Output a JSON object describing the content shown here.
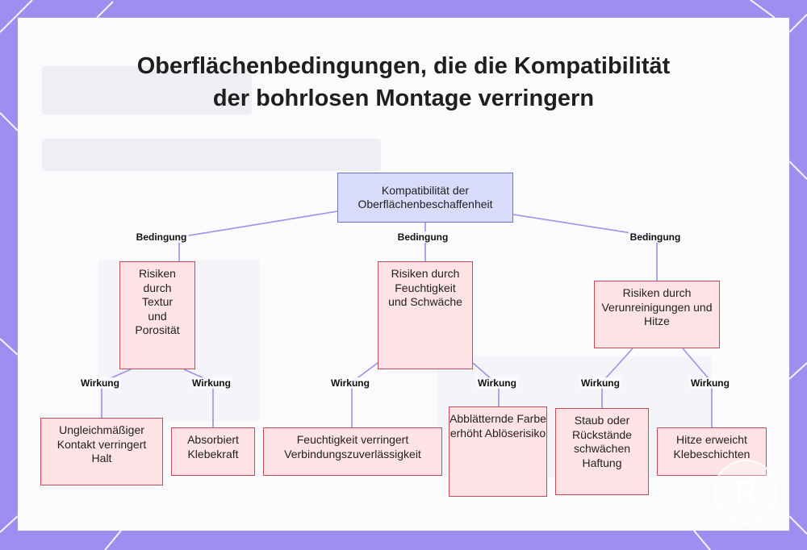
{
  "title": "Oberflächenbedingungen, die die Kompatibilität der bohrlosen Montage verringern",
  "colors": {
    "frame": "#9d8ff0",
    "root_fill": "#d8dbfa",
    "root_border": "#6b73d6",
    "node_fill": "#fde3e5",
    "node_border": "#c94a57",
    "edge": "#a28de8"
  },
  "root": {
    "label": "Kompatibilität der Oberflächenbeschaffenheit"
  },
  "conditions": [
    {
      "label": "Risiken durch Textur und Porosität",
      "edge_label": "Bedingung"
    },
    {
      "label": "Risiken durch Feuchtigkeit und Schwäche",
      "edge_label": "Bedingung"
    },
    {
      "label": "Risiken durch Verunreinigungen und Hitze",
      "edge_label": "Bedingung"
    }
  ],
  "effects": [
    {
      "label": "Ungleichmäßiger Kontakt verringert Halt",
      "edge_label": "Wirkung",
      "parent": 0
    },
    {
      "label": "Absorbiert Klebekraft",
      "edge_label": "Wirkung",
      "parent": 0
    },
    {
      "label": "Feuchtigkeit verringert Verbindungszuverlässigkeit",
      "edge_label": "Wirkung",
      "parent": 1
    },
    {
      "label": "Abblätternde Farbe erhöht Ablöserisiko",
      "edge_label": "Wirkung",
      "parent": 1
    },
    {
      "label": "Staub oder Rückstände schwächen Haftung",
      "edge_label": "Wirkung",
      "parent": 2
    },
    {
      "label": "Hitze erweicht Klebeschichten",
      "edge_label": "Wirkung",
      "parent": 2
    }
  ],
  "watermark": {
    "icon": "watermark-logo-icon"
  }
}
